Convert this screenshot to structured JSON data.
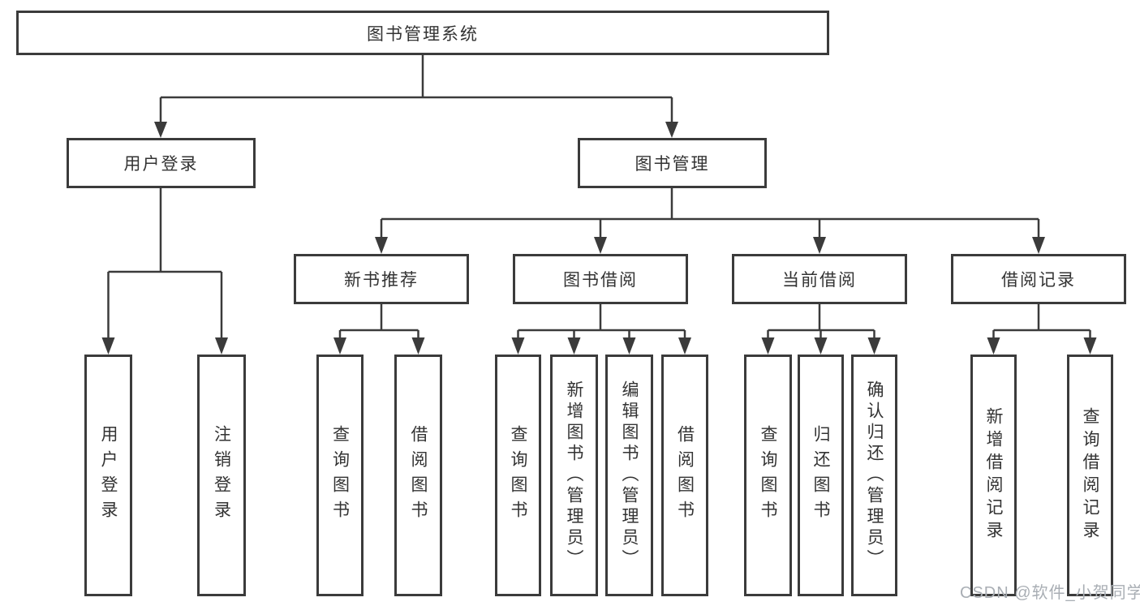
{
  "diagram_type": "hierarchy-tree",
  "colors": {
    "line": "#3b3b3b",
    "border": "#3b3b3b",
    "text": "#333333",
    "background": "#ffffff",
    "watermark": "#a9aeb4"
  },
  "tree": {
    "label": "图书管理系统",
    "children": [
      {
        "label": "用户登录",
        "children": [
          {
            "label": "用户登录"
          },
          {
            "label": "注销登录"
          }
        ]
      },
      {
        "label": "图书管理",
        "children": [
          {
            "label": "新书推荐",
            "children": [
              {
                "label": "查询图书"
              },
              {
                "label": "借阅图书"
              }
            ]
          },
          {
            "label": "图书借阅",
            "children": [
              {
                "label": "查询图书"
              },
              {
                "label": "新增图书（管理员）"
              },
              {
                "label": "编辑图书（管理员）"
              },
              {
                "label": "借阅图书"
              }
            ]
          },
          {
            "label": "当前借阅",
            "children": [
              {
                "label": "查询图书"
              },
              {
                "label": "归还图书"
              },
              {
                "label": "确认归还（管理员）"
              }
            ]
          },
          {
            "label": "借阅记录",
            "children": [
              {
                "label": "新增借阅记录"
              },
              {
                "label": "查询借阅记录"
              }
            ]
          }
        ]
      }
    ]
  },
  "watermark": "CSDN @软件_小贺同学"
}
